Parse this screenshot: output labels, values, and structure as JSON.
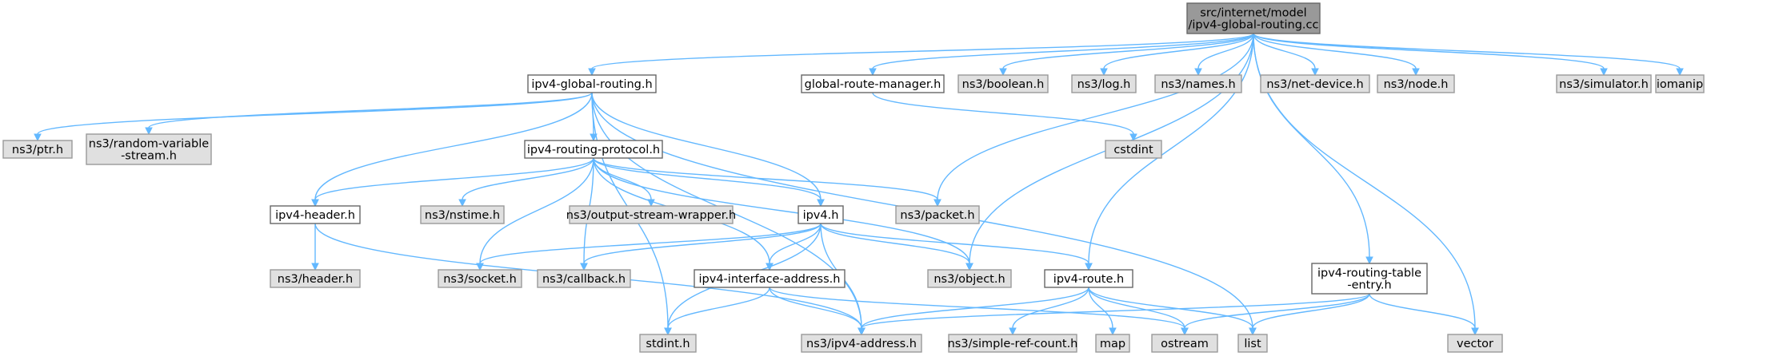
{
  "colors": {
    "edge": "#63b8ff",
    "root_fill": "#999999",
    "doc_fill": "#ffffff",
    "sys_fill": "#e0e0e0"
  },
  "nodes": [
    {
      "id": "root",
      "lines": [
        "src/internet/model",
        "/ipv4-global-routing.cc"
      ],
      "kind": "root"
    },
    {
      "id": "igr",
      "lines": [
        "ipv4-global-routing.h"
      ],
      "kind": "doc"
    },
    {
      "id": "grm",
      "lines": [
        "global-route-manager.h"
      ],
      "kind": "doc"
    },
    {
      "id": "bool",
      "lines": [
        "ns3/boolean.h"
      ],
      "kind": "sys"
    },
    {
      "id": "log",
      "lines": [
        "ns3/log.h"
      ],
      "kind": "sys"
    },
    {
      "id": "names",
      "lines": [
        "ns3/names.h"
      ],
      "kind": "sys"
    },
    {
      "id": "netdev",
      "lines": [
        "ns3/net-device.h"
      ],
      "kind": "sys"
    },
    {
      "id": "node",
      "lines": [
        "ns3/node.h"
      ],
      "kind": "sys"
    },
    {
      "id": "sim",
      "lines": [
        "ns3/simulator.h"
      ],
      "kind": "sys"
    },
    {
      "id": "iomanip",
      "lines": [
        "iomanip"
      ],
      "kind": "sys"
    },
    {
      "id": "ptr",
      "lines": [
        "ns3/ptr.h"
      ],
      "kind": "sys"
    },
    {
      "id": "rvs",
      "lines": [
        "ns3/random-variable",
        "-stream.h"
      ],
      "kind": "sys"
    },
    {
      "id": "irp",
      "lines": [
        "ipv4-routing-protocol.h"
      ],
      "kind": "doc"
    },
    {
      "id": "cstdint",
      "lines": [
        "cstdint"
      ],
      "kind": "sys"
    },
    {
      "id": "ih",
      "lines": [
        "ipv4-header.h"
      ],
      "kind": "doc"
    },
    {
      "id": "nstime",
      "lines": [
        "ns3/nstime.h"
      ],
      "kind": "sys"
    },
    {
      "id": "osw",
      "lines": [
        "ns3/output-stream-wrapper.h"
      ],
      "kind": "sys"
    },
    {
      "id": "ipv4",
      "lines": [
        "ipv4.h"
      ],
      "kind": "doc"
    },
    {
      "id": "packet",
      "lines": [
        "ns3/packet.h"
      ],
      "kind": "sys"
    },
    {
      "id": "header",
      "lines": [
        "ns3/header.h"
      ],
      "kind": "sys"
    },
    {
      "id": "socket",
      "lines": [
        "ns3/socket.h"
      ],
      "kind": "sys"
    },
    {
      "id": "callback",
      "lines": [
        "ns3/callback.h"
      ],
      "kind": "sys"
    },
    {
      "id": "iia",
      "lines": [
        "ipv4-interface-address.h"
      ],
      "kind": "doc"
    },
    {
      "id": "object",
      "lines": [
        "ns3/object.h"
      ],
      "kind": "sys"
    },
    {
      "id": "iroute",
      "lines": [
        "ipv4-route.h"
      ],
      "kind": "doc"
    },
    {
      "id": "irte",
      "lines": [
        "ipv4-routing-table",
        "-entry.h"
      ],
      "kind": "doc"
    },
    {
      "id": "stdint",
      "lines": [
        "stdint.h"
      ],
      "kind": "sys"
    },
    {
      "id": "addr",
      "lines": [
        "ns3/ipv4-address.h"
      ],
      "kind": "sys"
    },
    {
      "id": "src",
      "lines": [
        "ns3/simple-ref-count.h"
      ],
      "kind": "sys"
    },
    {
      "id": "map",
      "lines": [
        "map"
      ],
      "kind": "sys"
    },
    {
      "id": "ostream",
      "lines": [
        "ostream"
      ],
      "kind": "sys"
    },
    {
      "id": "list",
      "lines": [
        "list"
      ],
      "kind": "sys"
    },
    {
      "id": "vector",
      "lines": [
        "vector"
      ],
      "kind": "sys"
    }
  ],
  "edges": [
    [
      "root",
      "igr"
    ],
    [
      "root",
      "grm"
    ],
    [
      "root",
      "bool"
    ],
    [
      "root",
      "log"
    ],
    [
      "root",
      "names"
    ],
    [
      "root",
      "netdev"
    ],
    [
      "root",
      "node"
    ],
    [
      "root",
      "sim"
    ],
    [
      "root",
      "iomanip"
    ],
    [
      "root",
      "vector"
    ],
    [
      "root",
      "irte"
    ],
    [
      "root",
      "iroute"
    ],
    [
      "root",
      "object"
    ],
    [
      "root",
      "packet"
    ],
    [
      "igr",
      "ptr"
    ],
    [
      "igr",
      "rvs"
    ],
    [
      "igr",
      "irp"
    ],
    [
      "igr",
      "ih"
    ],
    [
      "igr",
      "ipv4"
    ],
    [
      "igr",
      "stdint"
    ],
    [
      "igr",
      "list"
    ],
    [
      "igr",
      "addr"
    ],
    [
      "grm",
      "cstdint"
    ],
    [
      "irp",
      "ih"
    ],
    [
      "irp",
      "nstime"
    ],
    [
      "irp",
      "osw"
    ],
    [
      "irp",
      "ipv4"
    ],
    [
      "irp",
      "packet"
    ],
    [
      "irp",
      "socket"
    ],
    [
      "irp",
      "callback"
    ],
    [
      "irp",
      "iia"
    ],
    [
      "irp",
      "object"
    ],
    [
      "ih",
      "header"
    ],
    [
      "ih",
      "addr"
    ],
    [
      "ipv4",
      "socket"
    ],
    [
      "ipv4",
      "callback"
    ],
    [
      "ipv4",
      "iia"
    ],
    [
      "ipv4",
      "object"
    ],
    [
      "ipv4",
      "iroute"
    ],
    [
      "ipv4",
      "stdint"
    ],
    [
      "ipv4",
      "addr"
    ],
    [
      "iia",
      "stdint"
    ],
    [
      "iia",
      "addr"
    ],
    [
      "iia",
      "ostream"
    ],
    [
      "iroute",
      "addr"
    ],
    [
      "iroute",
      "src"
    ],
    [
      "iroute",
      "map"
    ],
    [
      "iroute",
      "ostream"
    ],
    [
      "iroute",
      "list"
    ],
    [
      "irte",
      "addr"
    ],
    [
      "irte",
      "ostream"
    ],
    [
      "irte",
      "list"
    ],
    [
      "irte",
      "vector"
    ]
  ]
}
